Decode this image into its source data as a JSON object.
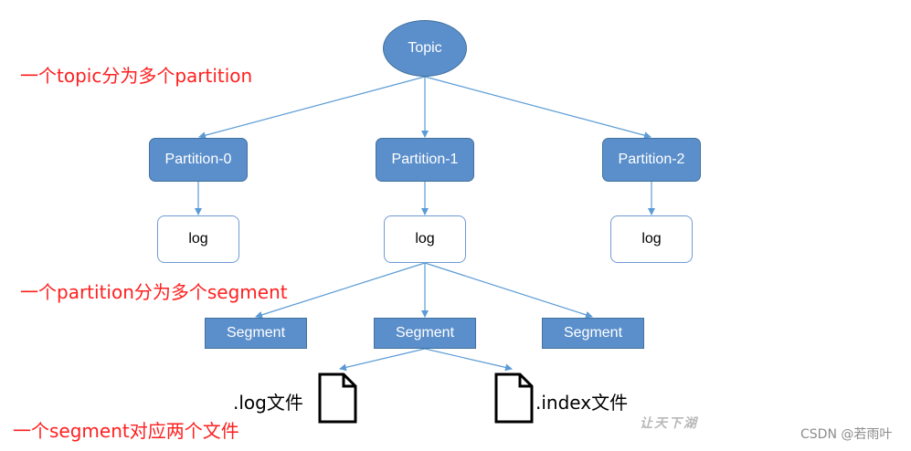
{
  "topic": {
    "label": "Topic"
  },
  "partitions": [
    {
      "label": "Partition-0",
      "log": "log"
    },
    {
      "label": "Partition-1",
      "log": "log"
    },
    {
      "label": "Partition-2",
      "log": "log"
    }
  ],
  "segments": [
    "Segment",
    "Segment",
    "Segment"
  ],
  "files": [
    {
      "label": ".log文件"
    },
    {
      "label": ".index文件"
    }
  ],
  "notes": {
    "topic_note": "一个topic分为多个partition",
    "partition_note": "一个partition分为多个segment",
    "segment_note": "一个segment对应两个文件"
  },
  "watermark": "CSDN @若雨叶",
  "stamp": "让天下湖",
  "colors": {
    "node_fill": "#5b8fcb",
    "node_border": "#41719c",
    "edge": "#5b9bd5",
    "note": "#ff1f1f"
  }
}
